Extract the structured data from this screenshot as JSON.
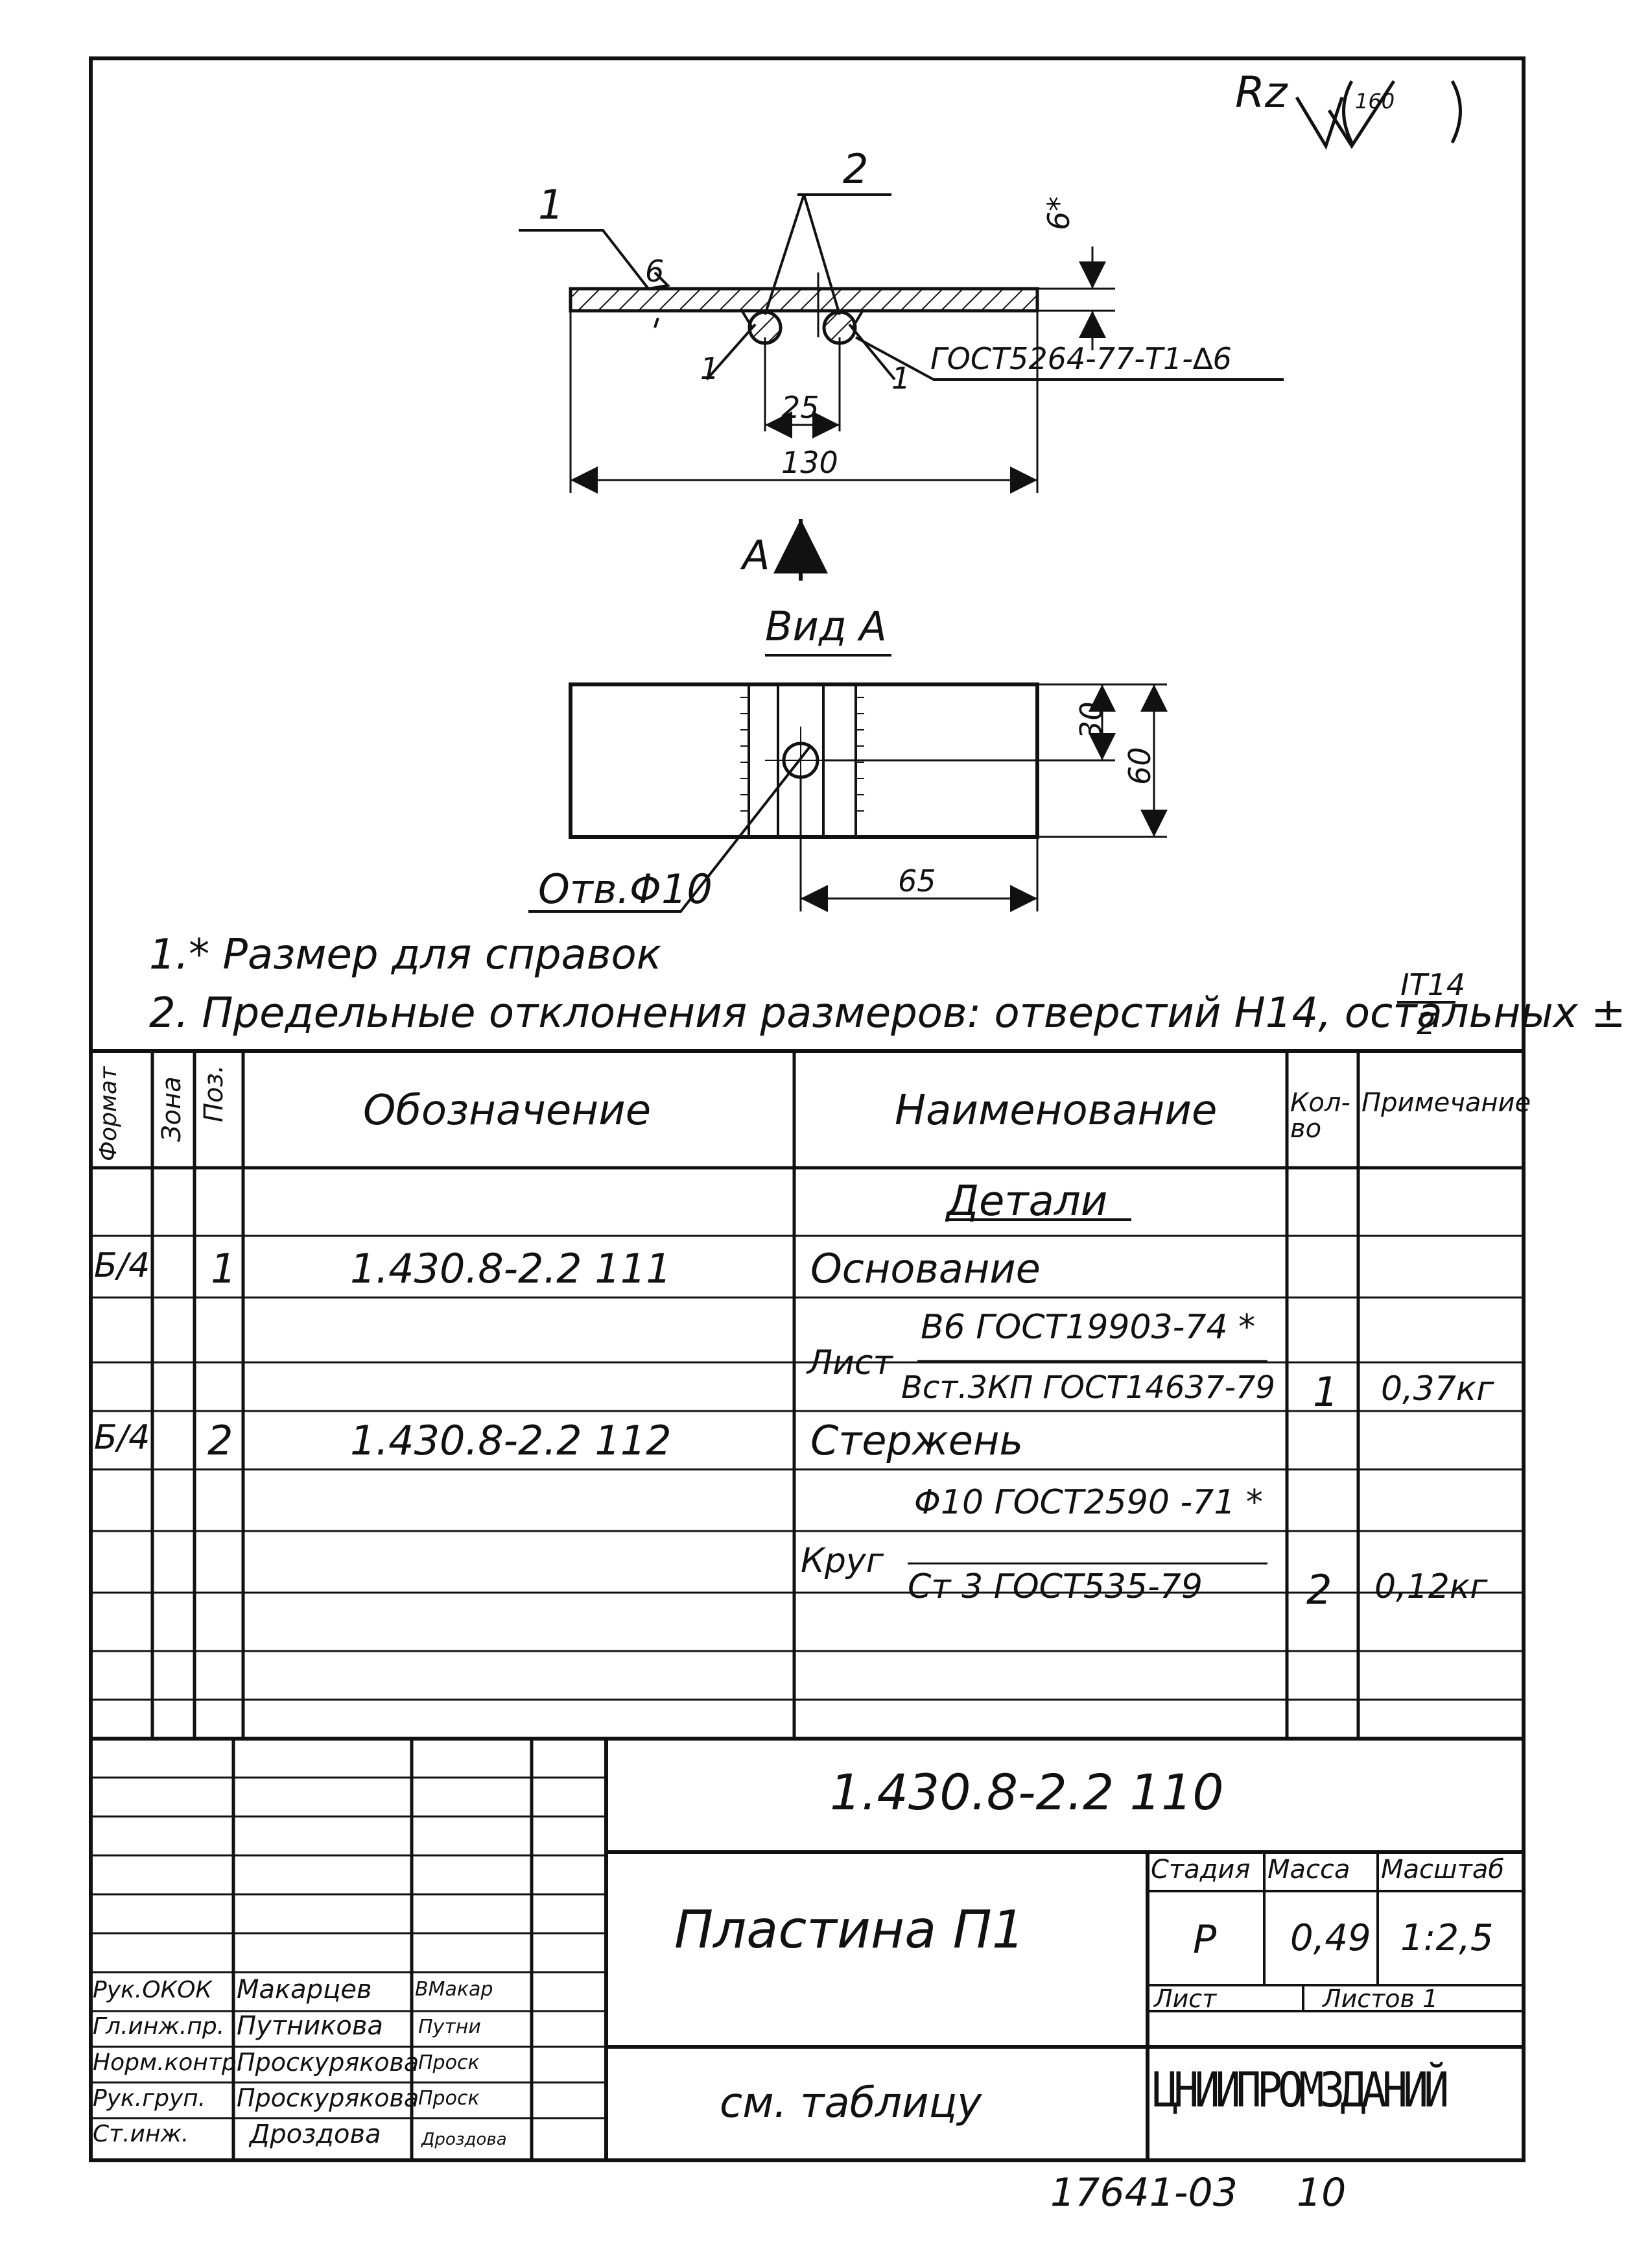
{
  "roughness": {
    "symbol": "Rz",
    "value": "160"
  },
  "drawing": {
    "callouts": {
      "pos1": "1",
      "pos2": "2",
      "weld_a": "1",
      "weld_b": "1",
      "weld_size": "6"
    },
    "dims": {
      "thickness": "6*",
      "spacing": "25",
      "length": "130",
      "d30": "30",
      "d60": "60",
      "d65": "65"
    },
    "weld_std": "ГОСТ5264-77-Т1-∆6",
    "view_marker": "А",
    "view_title": "Вид А",
    "hole_label": "Отв.Φ10"
  },
  "notes": {
    "n1": "1.* Размер для справок",
    "n2": "2. Предельные отклонения размеров: отверстий Н14, остальных ±",
    "frac_num": "IT14",
    "frac_den": "2"
  },
  "spec": {
    "headers": {
      "format": "Формат",
      "zone": "Зона",
      "pos": "Поз.",
      "designation": "Обозначение",
      "name": "Наименование",
      "qty": "Кол-во",
      "note": "Примечание"
    },
    "section": "Детали",
    "rows": [
      {
        "format": "Б/4",
        "pos": "1",
        "designation": "1.430.8-2.2 111",
        "name": "Основание"
      },
      {
        "material_word": "Лист",
        "mat_top": "В6 ГОСТ19903-74 *",
        "mat_bot": "Вст.3КП ГОСТ14637-79",
        "qty": "1",
        "note": "0,37кг"
      },
      {
        "format": "Б/4",
        "pos": "2",
        "designation": "1.430.8-2.2 112",
        "name": "Стержень"
      },
      {
        "material_word": "Круг",
        "mat_top": "Φ10 ГОСТ2590 -71 *",
        "mat_bot": "Ст 3 ГОСТ535-79",
        "qty": "2",
        "note": "0,12кг"
      }
    ]
  },
  "title_block": {
    "doc_number": "1.430.8-2.2 110",
    "part_name": "Пластина П1",
    "material": "см. таблицу",
    "stage_label": "Стадия",
    "mass_label": "Масса",
    "scale_label": "Масштаб",
    "stage": "Р",
    "mass": "0,49",
    "scale": "1:2,5",
    "sheet_label": "Лист",
    "sheets_label": "Листов 1",
    "org": "ЦНИИПРОМЗДАНИЙ",
    "staff": [
      {
        "role": "Рук.ОКОК",
        "name": "Макарцев",
        "sign": "ВМакар"
      },
      {
        "role": "Гл.инж.пр.",
        "name": "Путникова",
        "sign": "Путни"
      },
      {
        "role": "Норм.контр.",
        "name": "Проскурякова",
        "sign": "Проск"
      },
      {
        "role": "Рук.груп.",
        "name": "Проскурякова",
        "sign": "Проск"
      },
      {
        "role": "Ст.инж.",
        "name": "Дроздова",
        "sign": "Дроздова"
      }
    ]
  },
  "footer": {
    "archive": "17641-03",
    "page": "10"
  }
}
